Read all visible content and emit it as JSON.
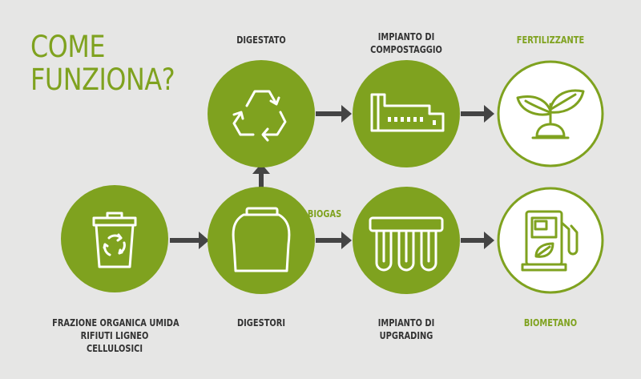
{
  "title": {
    "line1": "COME",
    "line2": "FUNZIONA?"
  },
  "nodes": {
    "digestato": {
      "label": "DIGESTATO"
    },
    "compost": {
      "label_line1": "IMPIANTO DI",
      "label_line2": "COMPOSTAGGIO"
    },
    "fertilizzante": {
      "label": "FERTILIZZANTE"
    },
    "forsu": {
      "label_line1": "FRAZIONE ORGANICA UMIDA",
      "label_line2": "RIFIUTI LIGNEO",
      "label_line3": "CELLULOSICI"
    },
    "digestori": {
      "label": "DIGESTORI"
    },
    "upgrading": {
      "label_line1": "IMPIANTO DI",
      "label_line2": "UPGRADING"
    },
    "biometano": {
      "label": "BIOMETANO"
    }
  },
  "edges": {
    "biogas_label": "BIOGAS"
  },
  "colors": {
    "accent": "#7fa21f",
    "arrow": "#444444",
    "background": "#e6e6e5",
    "text": "#333333"
  }
}
